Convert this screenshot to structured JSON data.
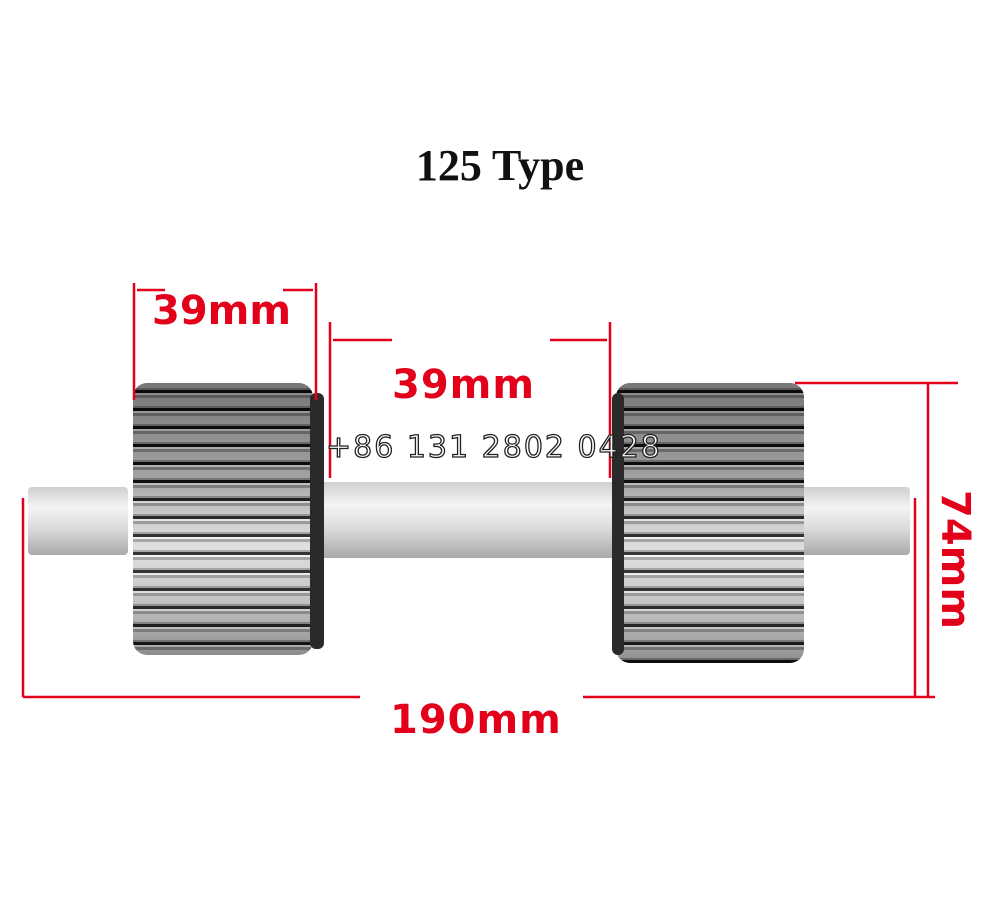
{
  "title": "125 Type",
  "dimensions": {
    "roller_width": "39mm",
    "gap_between_rollers": "39mm",
    "total_length": "190mm",
    "roller_diameter": "74mm"
  },
  "watermark": "+86 131 2802 0428",
  "colors": {
    "dimension_red": "#e3001b",
    "background": "#ffffff",
    "title_text": "#111111"
  }
}
